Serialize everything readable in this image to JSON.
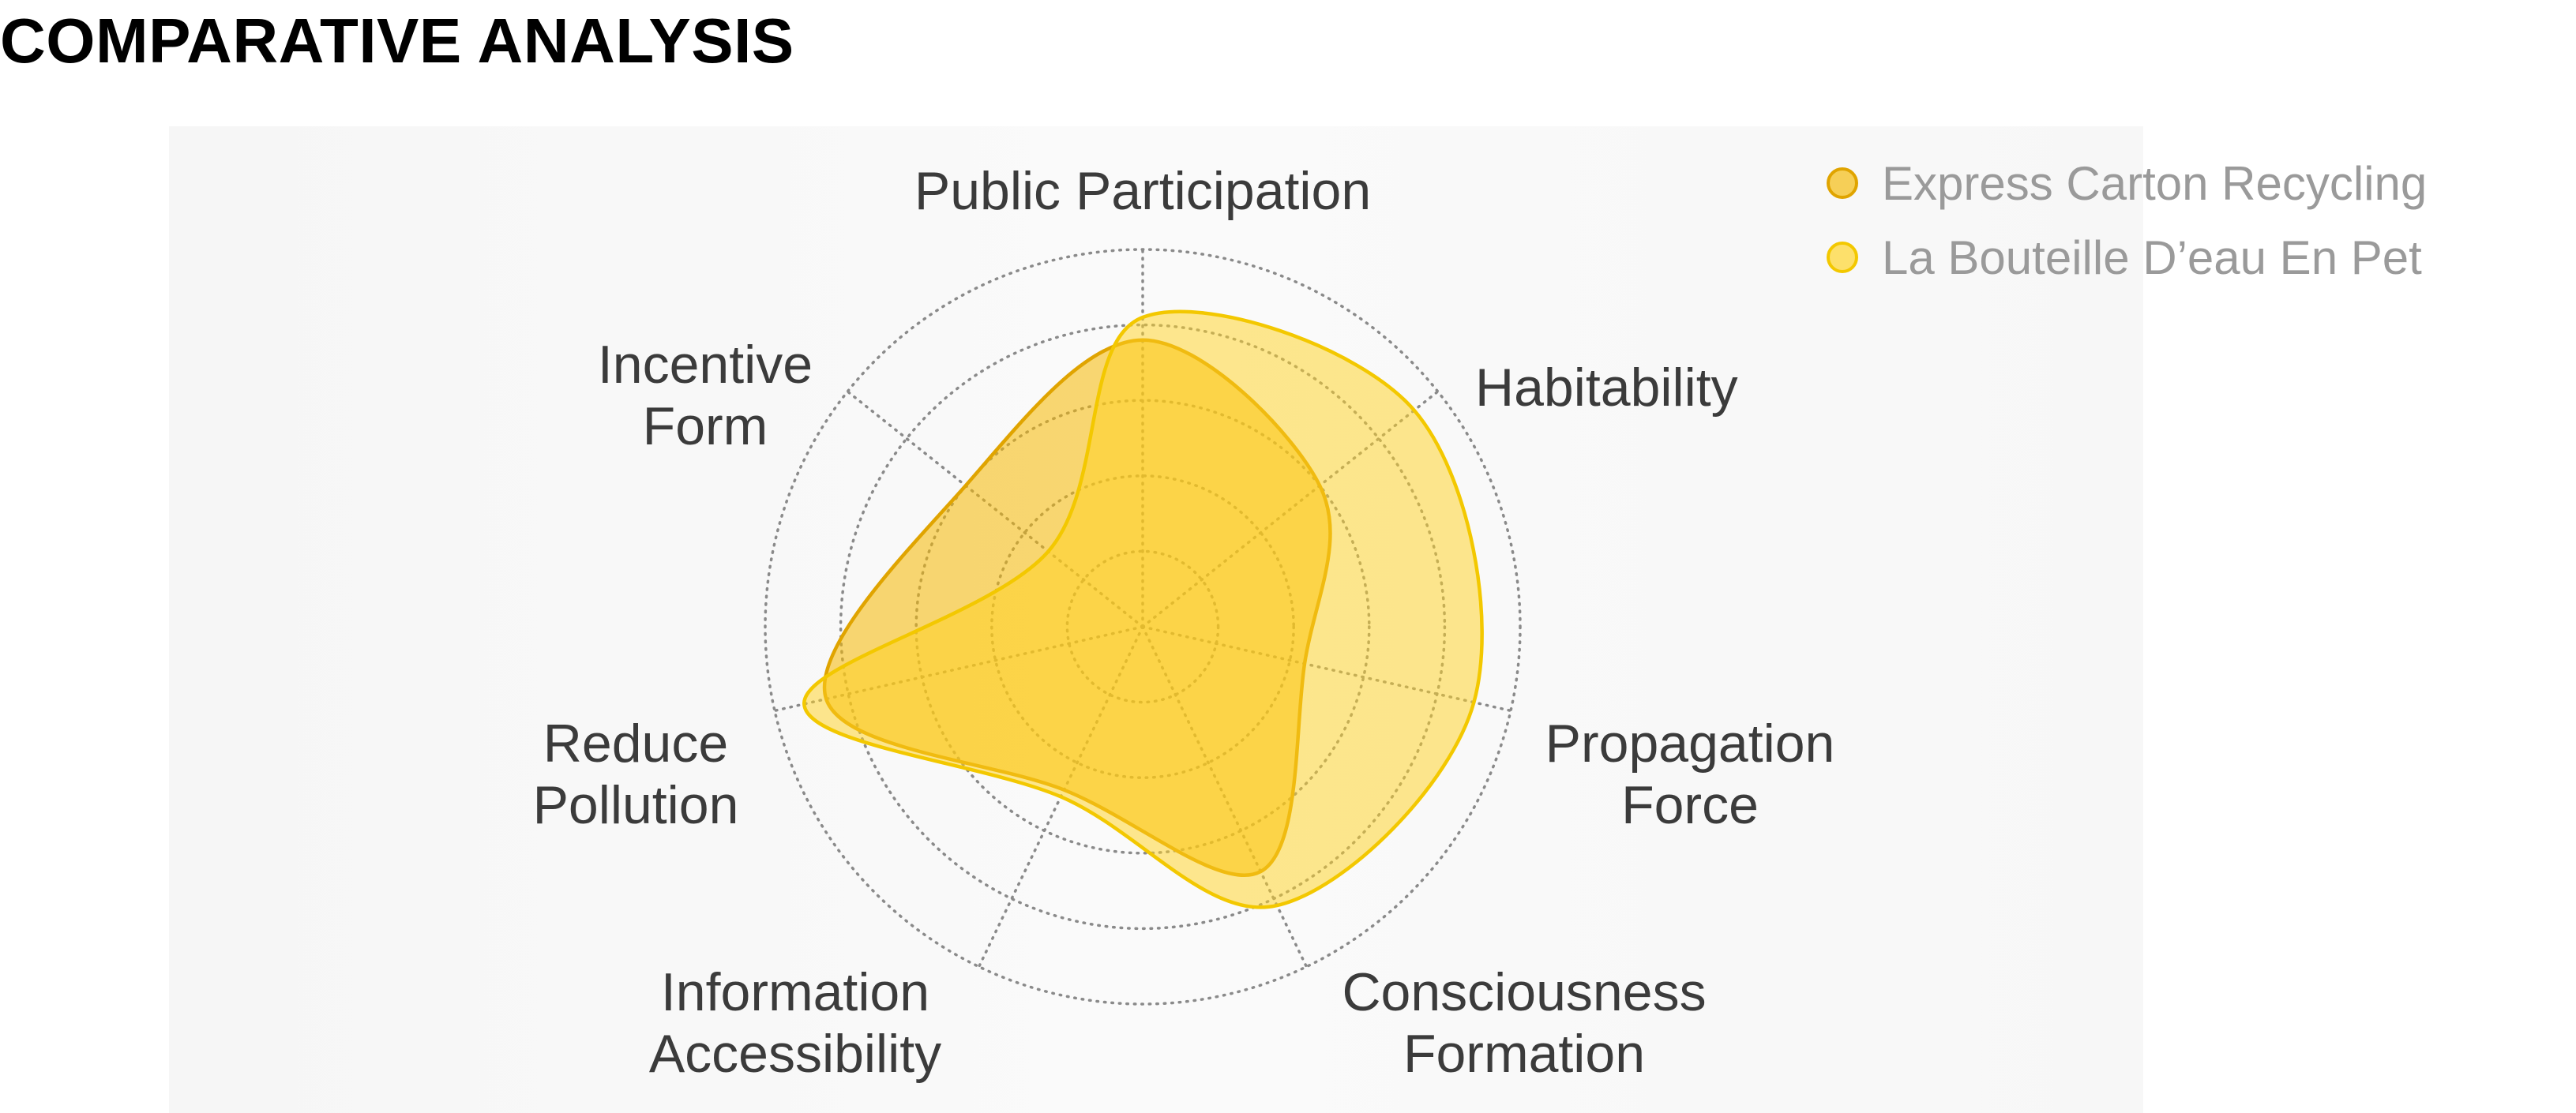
{
  "page": {
    "title": "COMPARATIVE ANALYSIS"
  },
  "chart_data": {
    "type": "radar",
    "title": "COMPARATIVE ANALYSIS",
    "axes": [
      [
        "Public Participation"
      ],
      [
        "Habitability"
      ],
      [
        "Propagation",
        "Force"
      ],
      [
        "Consciousness",
        "Formation"
      ],
      [
        "Information",
        "Accessibility"
      ],
      [
        "Reduce",
        "Pollution"
      ],
      [
        "Incentive",
        "Form"
      ]
    ],
    "range": [
      0,
      5
    ],
    "rings": 5,
    "grid": true,
    "legend_position": "top-right",
    "series": [
      {
        "name": "Express Carton Recycling",
        "values": [
          3.8,
          3.0,
          2.2,
          3.6,
          2.4,
          4.3,
          3.0
        ],
        "color": "#f5b800"
      },
      {
        "name": "La Bouteille D’eau En Pet",
        "values": [
          4.1,
          4.6,
          4.5,
          4.1,
          2.5,
          4.6,
          1.6
        ],
        "color": "#ffd21f"
      }
    ]
  }
}
